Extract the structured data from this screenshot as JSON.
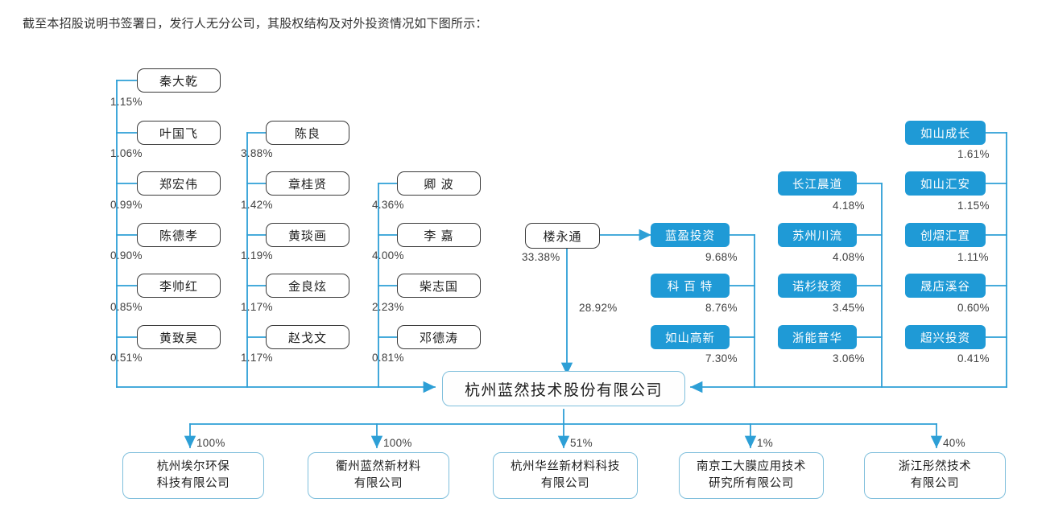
{
  "caption": "截至本招股说明书签署日，发行人无分公司，其股权结构及对外投资情况如下图所示：",
  "colors": {
    "institution_fill": "#1f9ad6",
    "wire": "#2d9fd6",
    "person_border": "#3a3a3a",
    "company_border": "#7fbfdc"
  },
  "company": {
    "name": "杭州蓝然技术股份有限公司"
  },
  "controlling_shareholder": {
    "name": "楼永通",
    "pct_direct": "28.92%",
    "pct_to_lanying": "33.38%"
  },
  "columns": [
    {
      "id": "col1",
      "kind": "person",
      "items": [
        {
          "name": "秦大乾",
          "pct": "1.15%"
        },
        {
          "name": "叶国飞",
          "pct": "1.06%"
        },
        {
          "name": "郑宏伟",
          "pct": "0.99%"
        },
        {
          "name": "陈德孝",
          "pct": "0.90%"
        },
        {
          "name": "李帅红",
          "pct": "0.85%"
        },
        {
          "name": "黄致昊",
          "pct": "0.51%"
        }
      ]
    },
    {
      "id": "col2",
      "kind": "person",
      "items": [
        {
          "name": "陈良",
          "pct": "3.88%"
        },
        {
          "name": "章桂贤",
          "pct": "1.42%"
        },
        {
          "name": "黄琰画",
          "pct": "1.19%"
        },
        {
          "name": "金良炫",
          "pct": "1.17%"
        },
        {
          "name": "赵戈文",
          "pct": "1.17%"
        }
      ]
    },
    {
      "id": "col3",
      "kind": "person",
      "items": [
        {
          "name": "卿 波",
          "pct": "4.36%"
        },
        {
          "name": "李 嘉",
          "pct": "4.00%"
        },
        {
          "name": "柴志国",
          "pct": "2.23%"
        },
        {
          "name": "邓德涛",
          "pct": "0.81%"
        }
      ]
    },
    {
      "id": "col4",
      "kind": "institution",
      "items": [
        {
          "name": "蓝盈投资",
          "pct": "9.68%"
        },
        {
          "name": "科 百 特",
          "pct": "8.76%"
        },
        {
          "name": "如山高新",
          "pct": "7.30%"
        }
      ]
    },
    {
      "id": "col5",
      "kind": "institution",
      "items": [
        {
          "name": "长江晨道",
          "pct": "4.18%"
        },
        {
          "name": "苏州川流",
          "pct": "4.08%"
        },
        {
          "name": "诺杉投资",
          "pct": "3.45%"
        },
        {
          "name": "浙能普华",
          "pct": "3.06%"
        }
      ]
    },
    {
      "id": "col6",
      "kind": "institution",
      "items": [
        {
          "name": "如山成长",
          "pct": "1.61%"
        },
        {
          "name": "如山汇安",
          "pct": "1.15%"
        },
        {
          "name": "创熠汇置",
          "pct": "1.11%"
        },
        {
          "name": "晟店溪谷",
          "pct": "0.60%"
        },
        {
          "name": "超兴投资",
          "pct": "0.41%"
        }
      ]
    }
  ],
  "subsidiaries": [
    {
      "line1": "杭州埃尔环保",
      "line2": "科技有限公司",
      "pct": "100%"
    },
    {
      "line1": "衢州蓝然新材料",
      "line2": "有限公司",
      "pct": "100%"
    },
    {
      "line1": "杭州华丝新材料科技",
      "line2": "有限公司",
      "pct": "51%"
    },
    {
      "line1": "南京工大膜应用技术",
      "line2": "研究所有限公司",
      "pct": "1%"
    },
    {
      "line1": "浙江彤然技术",
      "line2": "有限公司",
      "pct": "40%"
    }
  ]
}
